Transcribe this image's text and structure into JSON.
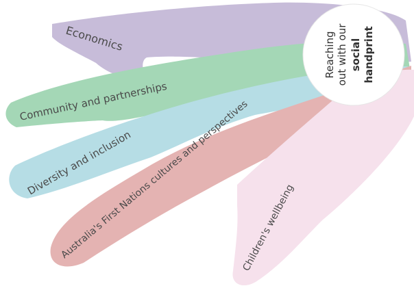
{
  "fingers": [
    {
      "key": "economics",
      "label": "Economics",
      "color": "#c7bcd9"
    },
    {
      "key": "community",
      "label": "Community and partnerships",
      "color": "#a4d7b6"
    },
    {
      "key": "diversity",
      "label": "Diversity and inclusion",
      "color": "#b6dde5"
    },
    {
      "key": "first_nations",
      "label": "Australia's First Nations cultures and perspectives",
      "color": "#e4b3b2"
    },
    {
      "key": "wellbeing",
      "label": "Children's wellbeing",
      "color": "#f6e1ec"
    }
  ],
  "center": {
    "line1": "Reaching",
    "line2": "out with our",
    "line3": "social",
    "line4": "handprint"
  }
}
